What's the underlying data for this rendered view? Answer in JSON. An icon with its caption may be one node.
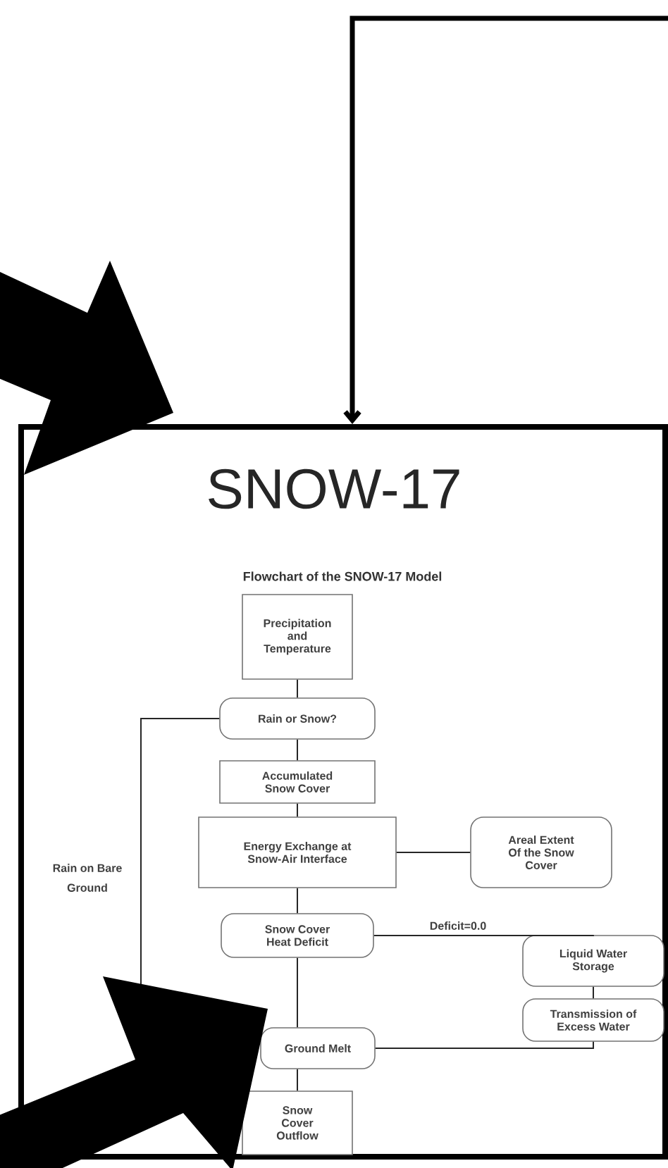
{
  "diagram": {
    "nodes": [
      {
        "text": [
          "SNOW-17",
          "Flowchart of the SNOW-17 Model"
        ]
      },
      {
        "text": [
          "Precipitation and Temperature"
        ],
        "in": 0
      },
      {
        "text": [
          "Rain or Snow?"
        ],
        "in": 0
      },
      {
        "text": [
          "Accumulated Snow Cover"
        ],
        "in": 0
      },
      {
        "text": [
          "Energy Exchange at Snow-Air Interface"
        ],
        "in": 0
      },
      {
        "text": [
          "Areal Extent Of the Snow Cover"
        ],
        "in": 0
      },
      {
        "text": [
          "Snow Cover Heat Deficit"
        ],
        "in": 0
      },
      {
        "text": [
          "Liquid Water Storage"
        ],
        "in": 0
      },
      {
        "text": [
          "Transmission of Excess Water"
        ],
        "in": 0
      },
      {
        "text": [
          "Ground Melt"
        ],
        "in": 0
      },
      {
        "text": [
          "Snow Cover Outflow"
        ],
        "in": 0
      }
    ],
    "edges": [
      {
        "from": null,
        "to": 0,
        "arrow": "to",
        "style": "thick"
      },
      {
        "from": 1,
        "to": 2,
        "arrow": "none"
      },
      {
        "from": 2,
        "to": 3,
        "arrow": "none"
      },
      {
        "from": 3,
        "to": 4,
        "arrow": "none"
      },
      {
        "from": 4,
        "to": 5,
        "arrow": "none"
      },
      {
        "from": 4,
        "to": 6,
        "arrow": "none"
      },
      {
        "from": 6,
        "to": 7,
        "arrow": "none",
        "label": "Deficit=0.0"
      },
      {
        "from": 7,
        "to": 8,
        "arrow": "none"
      },
      {
        "from": 8,
        "to": 9,
        "arrow": "none"
      },
      {
        "from": 6,
        "to": 9,
        "arrow": "none"
      },
      {
        "from": 9,
        "to": 10,
        "arrow": "none"
      },
      {
        "from": 2,
        "to": null,
        "arrow": "none",
        "label": "Rain on Bare Ground"
      }
    ]
  }
}
